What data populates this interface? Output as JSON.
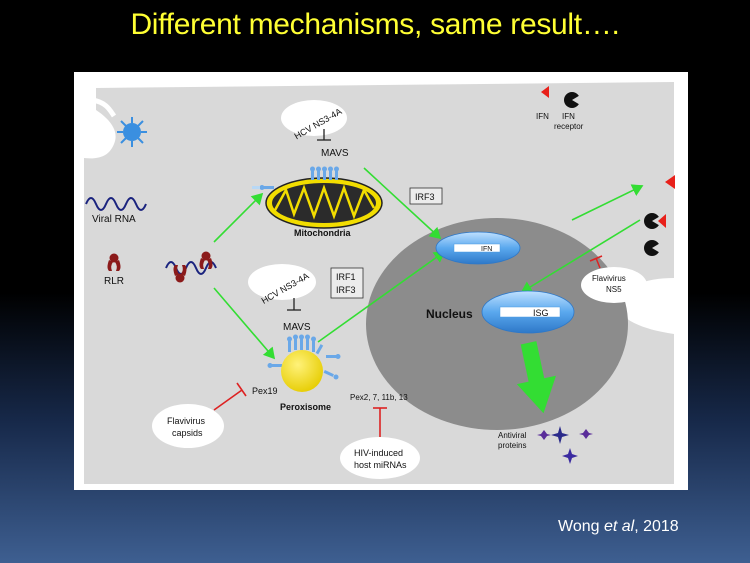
{
  "slide": {
    "title": "Different mechanisms, same result….",
    "citation_author": "Wong ",
    "citation_etal": "et al",
    "citation_year": ", 2018"
  },
  "diagram": {
    "legend": {
      "ifn": "IFN",
      "ifn_receptor_line1": "IFN",
      "ifn_receptor_line2": "receptor"
    },
    "viral_rna": "Viral RNA",
    "rlr": "RLR",
    "hcv_top": "HCV NS3-4A",
    "mavs_top": "MAVS",
    "mitochondria": "Mitochondria",
    "irf3_box": "IRF3",
    "ifn_gene": "IFN",
    "nucleus": "Nucleus",
    "isg_gene": "ISG",
    "hcv_bottom": "HCV NS3-4A",
    "irf_box_line1": "IRF1",
    "irf_box_line2": "IRF3",
    "mavs_bottom": "MAVS",
    "pex19": "Pex19",
    "peroxisome": "Peroxisome",
    "pex_list": "Pex2, 7, 11b, 13",
    "flavivirus_capsids_line1": "Flavivirus",
    "flavivirus_capsids_line2": "capsids",
    "hiv_line1": "HIV-induced",
    "hiv_line2": "host miRNAs",
    "flavivirus_ns5_line1": "Flavivirus",
    "flavivirus_ns5_line2": "NS5",
    "antiviral_line1": "Antiviral",
    "antiviral_line2": "proteins"
  },
  "colors": {
    "title": "#ffff33",
    "cell": "#d9d9d9",
    "nucleus": "#8c8c8c",
    "arrow_green": "#33dd33",
    "inhibit_red": "#dd2222",
    "gene_blue": "#4a9ae0",
    "organelle_yellow": "#f2dd00",
    "rlr_red": "#8b1a1a"
  }
}
